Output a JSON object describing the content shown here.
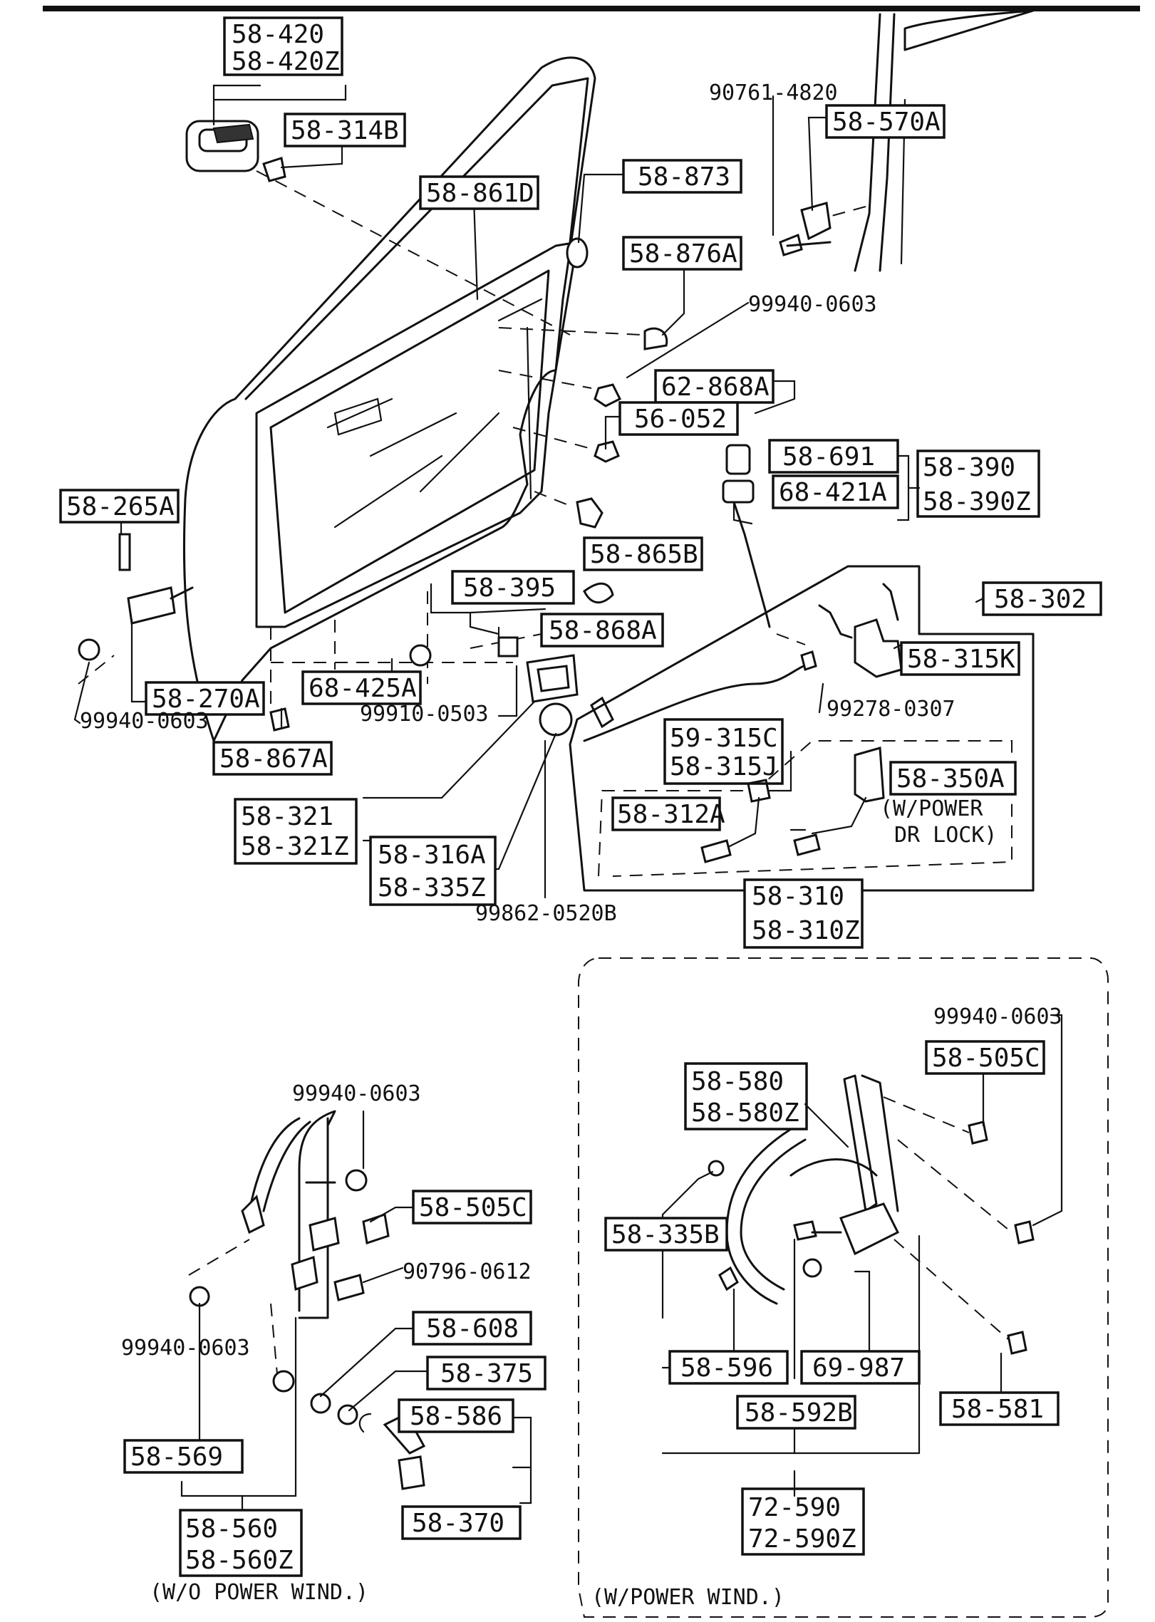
{
  "parts": {
    "p58_420": "58-420",
    "p58_420Z": "58-420Z",
    "p58_314B": "58-314B",
    "p58_861D": "58-861D",
    "p58_873": "58-873",
    "p58_876A": "58-876A",
    "p90761_4820": "90761-4820",
    "p58_570A": "58-570A",
    "p99940_0603_a": "99940-0603",
    "p62_868A": "62-868A",
    "p56_052": "56-052",
    "p58_691": "58-691",
    "p68_421A": "68-421A",
    "p58_390": "58-390",
    "p58_390Z": "58-390Z",
    "p58_265A": "58-265A",
    "p58_865B": "58-865B",
    "p58_395": "58-395",
    "p58_868A": "58-868A",
    "p58_302": "58-302",
    "p58_315K": "58-315K",
    "p68_425A": "68-425A",
    "p58_270A": "58-270A",
    "p99940_0603_b": "99940-0603",
    "p99910_0503": "99910-0503",
    "p99278_0307": "99278-0307",
    "p58_867A": "58-867A",
    "p59_315C": "59-315C",
    "p58_315J": "58-315J",
    "p58_350A": "58-350A",
    "note_power_lock_1": "(W/POWER",
    "note_power_lock_2": "DR LOCK)",
    "p58_312A": "58-312A",
    "p58_321": "58-321",
    "p58_321Z": "58-321Z",
    "p58_316A": "58-316A",
    "p58_335Z": "58-335Z",
    "p99862_0520B": "99862-0520B",
    "p58_310": "58-310",
    "p58_310Z": "58-310Z",
    "p99940_0603_c": "99940-0603",
    "p58_505C_a": "58-505C",
    "p90796_0612": "90796-0612",
    "p99940_0603_d": "99940-0603",
    "p58_608": "58-608",
    "p58_375": "58-375",
    "p58_586": "58-586",
    "p58_569": "58-569",
    "p58_370": "58-370",
    "p58_560": "58-560",
    "p58_560Z": "58-560Z",
    "note_wo_power": "(W/O POWER WIND.)",
    "p99940_0603_e": "99940-0603",
    "p58_505C_b": "58-505C",
    "p58_580": "58-580",
    "p58_580Z": "58-580Z",
    "p58_335B": "58-335B",
    "p58_596": "58-596",
    "p69_987": "69-987",
    "p58_581": "58-581",
    "p58_592B": "58-592B",
    "p72_590": "72-590",
    "p72_590Z": "72-590Z",
    "note_w_power": "(W/POWER WIND.)"
  }
}
